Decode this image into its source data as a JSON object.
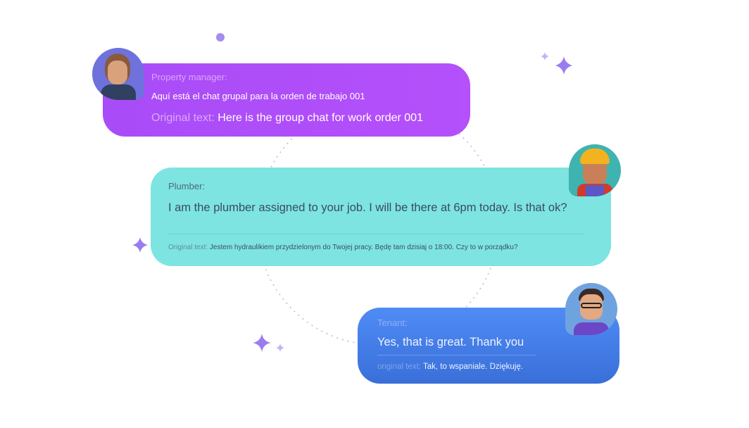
{
  "messages": [
    {
      "sender": "Property manager:",
      "translated": "Aquí está el chat grupal para la orden de trabajo 001",
      "original_label": "Original text:",
      "original": "Here is the group chat for work order 001",
      "color": "#b14ef9"
    },
    {
      "sender": "Plumber:",
      "translated": "I am the plumber assigned to your job.   I will be there at 6pm today.  Is that ok?",
      "original_label": "Original text:",
      "original": "Jestem hydraulikiem przydzielonym do Twojej pracy. Będę tam dzisiaj o 18:00.  Czy to w porządku?",
      "color": "#7de4e1"
    },
    {
      "sender": "Tenant:",
      "translated": "Yes, that is great.   Thank you",
      "original_label": "original text:",
      "original": "Tak, to wspaniale.  Dziękuję.",
      "color": "#4a80ec"
    }
  ]
}
